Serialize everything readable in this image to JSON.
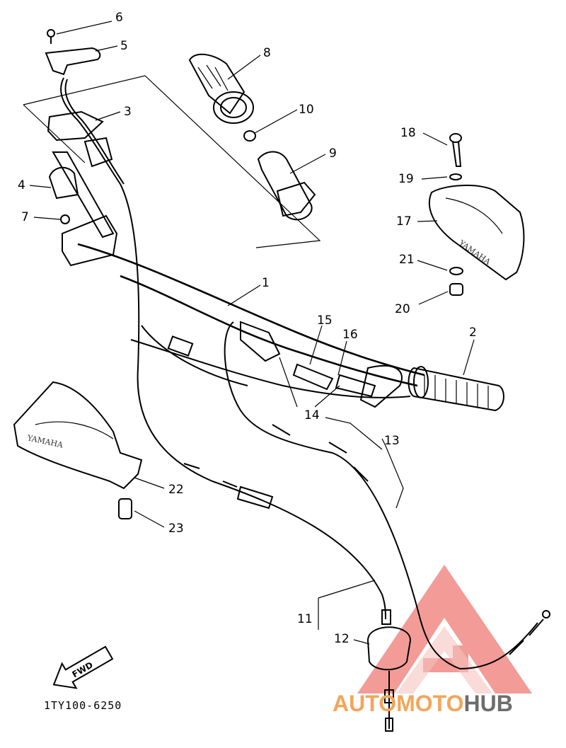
{
  "callouts": {
    "c1": "1",
    "c2": "2",
    "c3": "3",
    "c4": "4",
    "c5": "5",
    "c6": "6",
    "c7": "7",
    "c8": "8",
    "c9": "9",
    "c10": "10",
    "c11": "11",
    "c12": "12",
    "c13": "13",
    "c14": "14",
    "c15": "15",
    "c16": "16",
    "c17": "17",
    "c18": "18",
    "c19": "19",
    "c20": "20",
    "c21": "21",
    "c22": "22",
    "c23": "23"
  },
  "brand_on_guard": "YAMAHA",
  "fwd_label": "FWD",
  "diagram_code": "1TY100-6250",
  "watermark": {
    "part1": "AUTOMOTO",
    "part2": "HUB",
    "color_orange": "#f2a65a",
    "color_gray": "#6d6d6d",
    "logo_color": "#f08a86"
  }
}
